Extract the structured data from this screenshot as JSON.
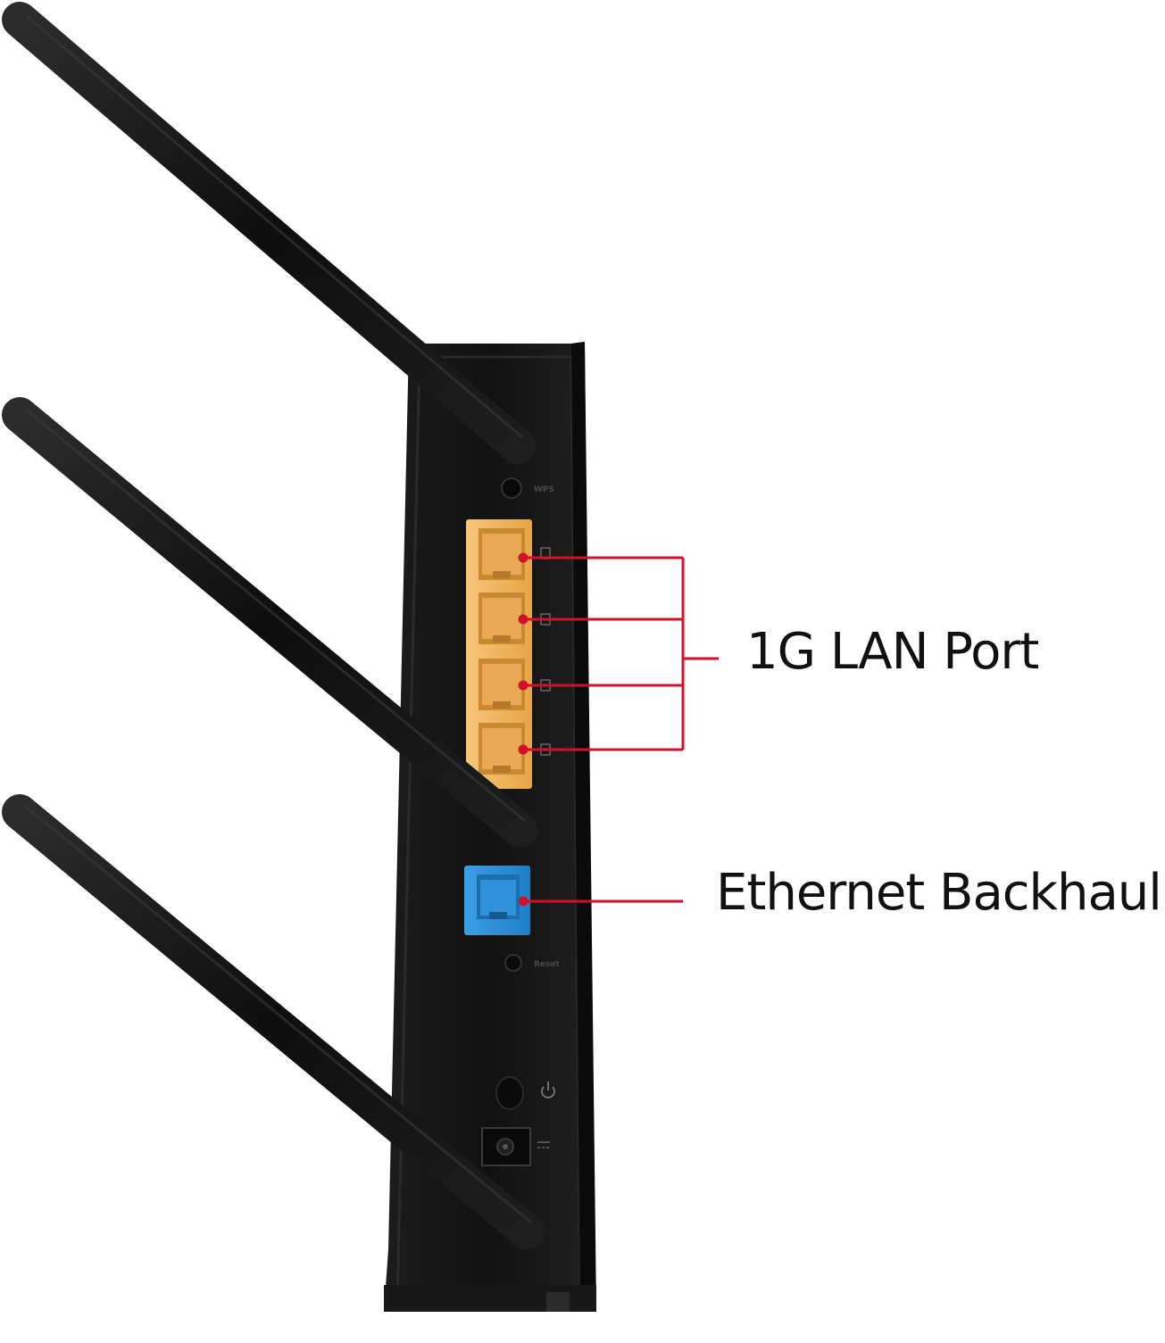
{
  "callouts": {
    "lan_port": "1G LAN Port",
    "ethernet_backhaul": "Ethernet Backhaul"
  },
  "device_labels": {
    "wps": "WPS",
    "reset": "Reset"
  },
  "colors": {
    "body": "#141414",
    "antenna": "#1a1a1a",
    "lan_port": "#f2b35a",
    "backhaul_port": "#2e8fd6",
    "callout_line": "#d0112b"
  },
  "icons": [
    "power-icon"
  ]
}
